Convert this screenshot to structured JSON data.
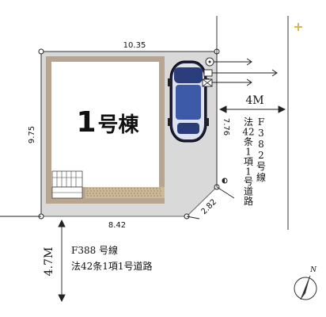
{
  "dimensions": {
    "top_width": "10.35",
    "left_depth": "9.75",
    "bottom_width": "8.42",
    "corner_cut": "2.82",
    "right_depth": "7.76"
  },
  "building": {
    "number": "1",
    "suffix": "号棟"
  },
  "east_road": {
    "width": "4M",
    "name_lines": [
      "F",
      "3",
      "8",
      "2",
      "号",
      "線"
    ],
    "legal_lines": [
      "法",
      "42",
      "条",
      "1",
      "項",
      "1",
      "号",
      "道",
      "路"
    ]
  },
  "south_road": {
    "width": "4.7M",
    "name": "F388 号線",
    "legal": "法42条1項1号道路"
  },
  "north_symbol": "N",
  "colors": {
    "lot_fill": "#d9d9d9",
    "building_fill": "#ffffff",
    "building_wall": "#b8a58f",
    "garden_fill": "#cdb99a",
    "accent": "#d8b85a"
  }
}
